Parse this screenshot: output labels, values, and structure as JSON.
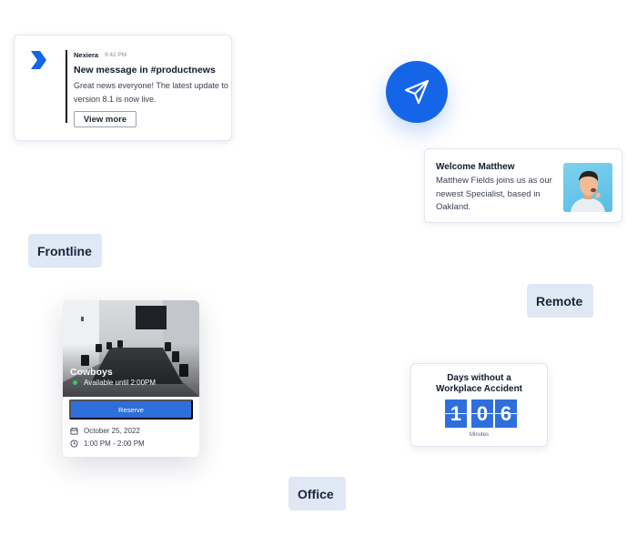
{
  "notification": {
    "sender": "Nexiera",
    "time": "9:42 PM",
    "headline": "New message in #productnews",
    "body": "Great news everyone! The latest update to version 8.1 is now live.",
    "button_label": "View more",
    "brand_color": "#1565e8"
  },
  "send_icon": {
    "icon": "paper-plane-icon",
    "color": "#1565e8"
  },
  "welcome": {
    "title": "Welcome Matthew",
    "text": "Matthew Fields joins us as our newest Specialist, based in Oakland."
  },
  "tags": {
    "frontline": "Frontline",
    "remote": "Remote",
    "office": "Office"
  },
  "room": {
    "name": "Cowboys",
    "availability": "Available until 2:00PM",
    "reserve_label": "Reserve",
    "date": "October 25, 2022",
    "time": "1:00 PM - 2:00 PM",
    "accent": "#2f6fdc"
  },
  "safety": {
    "title_line1": "Days without a",
    "title_line2": "Workplace Accident",
    "digits": [
      "1",
      "0",
      "6"
    ],
    "unit": "Minutes"
  }
}
